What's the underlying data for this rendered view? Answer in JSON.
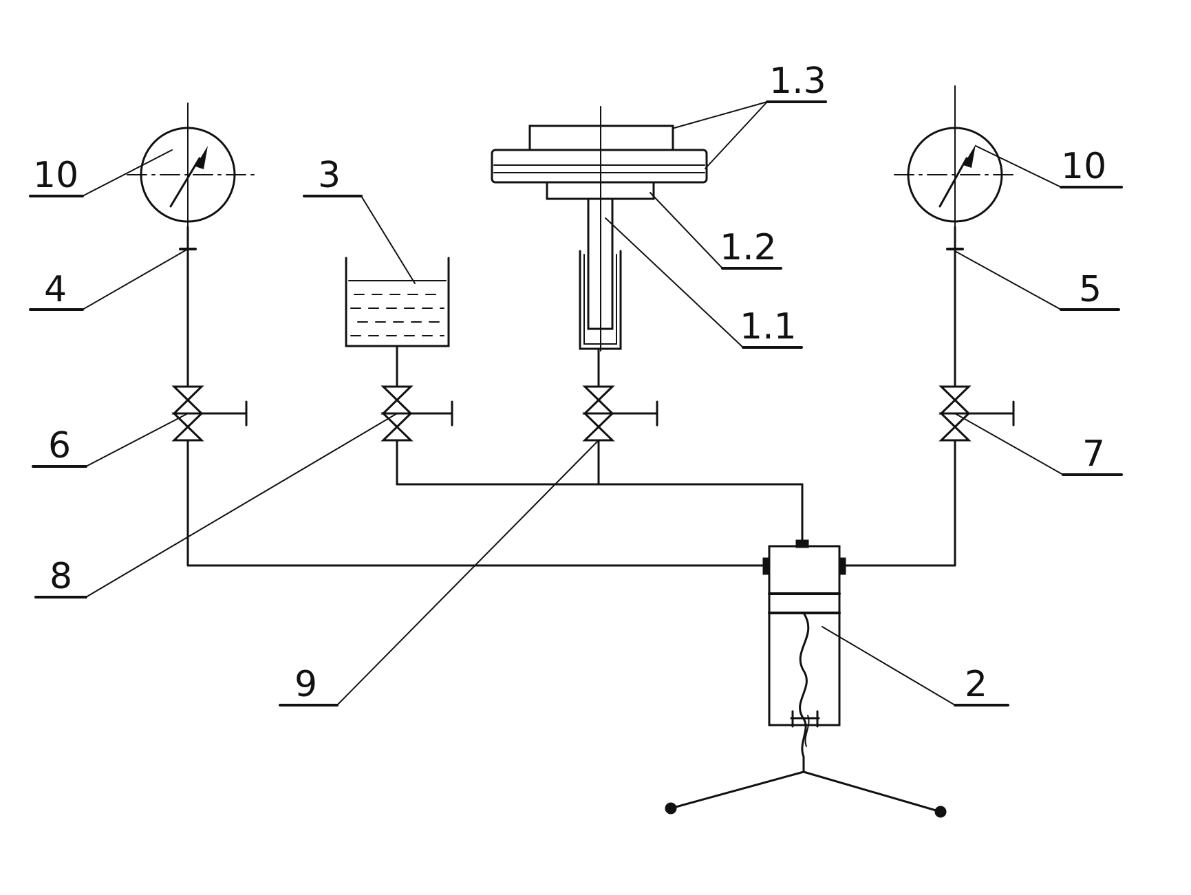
{
  "colors": {
    "ink": "#111111",
    "paper": "#ffffff"
  },
  "labels": {
    "gauge_left": "10",
    "gauge_right": "10",
    "fitting_left": "4",
    "fitting_right": "5",
    "valve_gauge_left": "6",
    "valve_gauge_right": "7",
    "valve_reservoir": "8",
    "valve_specimen": "9",
    "reservoir": "3",
    "pump": "2",
    "specimen_tube": "1.1",
    "specimen_holder": "1.2",
    "specimen_plates": "1.3"
  }
}
